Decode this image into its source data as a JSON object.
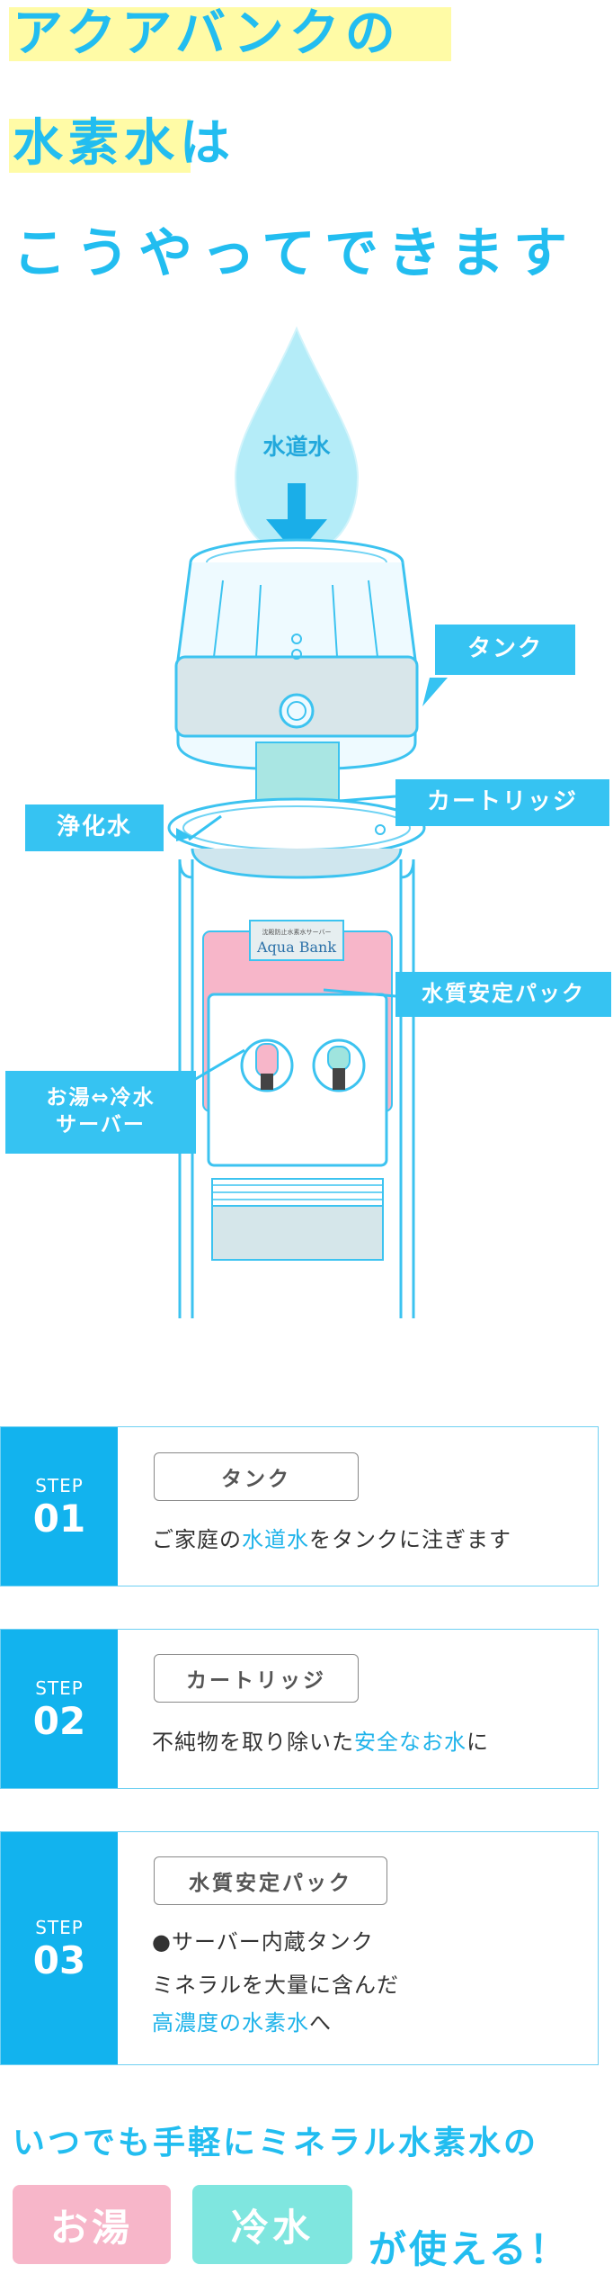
{
  "heading": {
    "line1": "アクアバンクの",
    "line2_highlight": "水素水",
    "line2_rest": "は",
    "line3": "こうやってできます"
  },
  "diagram": {
    "drop_label": "水道水",
    "brand_small": "沈殿防止水素水サーバー",
    "brand": "Aqua Bank",
    "labels": {
      "tank": "タンク",
      "cartridge": "カートリッジ",
      "purified": "浄化水",
      "pack": "水質安定パック",
      "server_line1": "お湯⇔冷水",
      "server_line2": "サーバー"
    }
  },
  "steps": [
    {
      "step": "STEP",
      "num": "01",
      "tag": "タンク",
      "pre": "ご家庭の",
      "accent": "水道水",
      "post": "をタンクに注ぎます"
    },
    {
      "step": "STEP",
      "num": "02",
      "tag": "カートリッジ",
      "pre": "不純物を取り除いた",
      "accent": "安全なお水",
      "post": "に"
    },
    {
      "step": "STEP",
      "num": "03",
      "tag": "水質安定パック",
      "line1": "●サーバー内蔵タンク",
      "line2": "ミネラルを大量に含んだ",
      "accent": "高濃度の水素水",
      "post": "へ"
    }
  ],
  "footer": {
    "line1": "いつでも手軽にミネラル水素水の",
    "hot": "お湯",
    "cold": "冷水",
    "tail": "が使える！"
  },
  "colors": {
    "accent": "#22bdf0",
    "highlight": "#fffba6",
    "hot": "#f7b6c9",
    "cold": "#7fe6df"
  }
}
